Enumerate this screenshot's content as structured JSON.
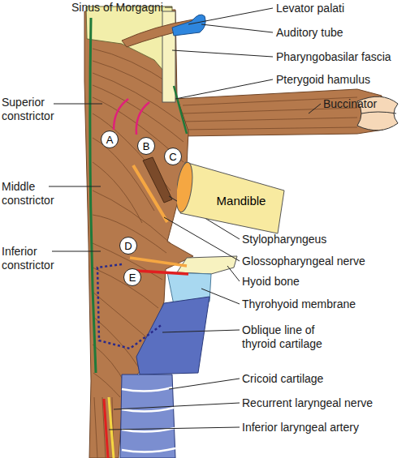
{
  "diagram": {
    "nodes": [
      {
        "text": [
          "A"
        ]
      },
      {
        "text": [
          "B"
        ]
      },
      {
        "text": [
          "C"
        ]
      },
      {
        "text": [
          "Mandible"
        ]
      },
      {
        "text": [
          "D"
        ]
      },
      {
        "text": [
          "E"
        ]
      }
    ],
    "labels": [
      "Sinus of Morgagni",
      "Levator palati",
      "Auditory tube",
      "Pharyngobasilar fascia",
      "Pterygoid hamulus",
      "Buccinator",
      "Superior constrictor",
      "Middle constrictor",
      "Stylopharyngeus",
      "Glossopharyngeal nerve",
      "Hyoid bone",
      "Thyrohyoid membrane",
      "Inferior constrictor",
      "Oblique line of thyroid cartilage",
      "Cricoid cartilage",
      "Recurrent laryngeal nerve",
      "Inferior laryngeal artery"
    ]
  }
}
